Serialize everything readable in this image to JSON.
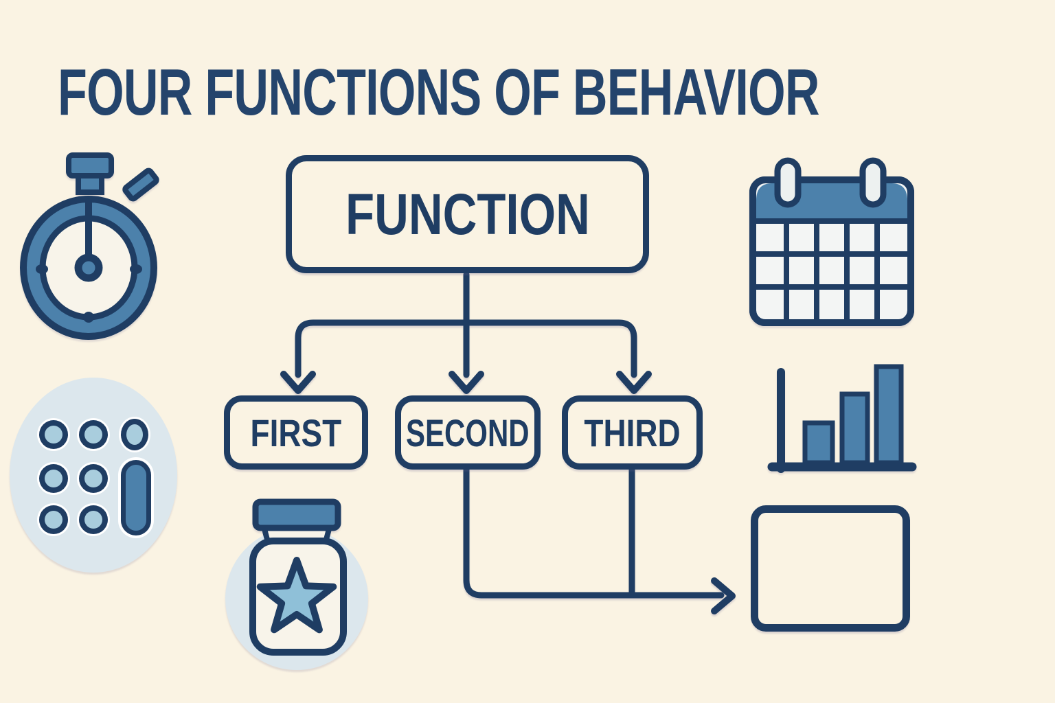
{
  "title": "FOUR FUNCTIONS OF BEHAVIOR",
  "flowchart": {
    "root": {
      "label": "FUNCTION"
    },
    "branches": [
      {
        "label": "FIRST"
      },
      {
        "label": "SECOND"
      },
      {
        "label": "THIRD"
      }
    ],
    "outcome": {
      "label": ""
    }
  },
  "decorative_icons": [
    {
      "name": "stopwatch-icon"
    },
    {
      "name": "calendar-icon"
    },
    {
      "name": "keypad-dots-icon"
    },
    {
      "name": "star-jar-icon"
    },
    {
      "name": "bar-chart-icon"
    }
  ],
  "colors": {
    "background": "#FAF3E3",
    "navy": "#1F3D63",
    "title": "#24446C",
    "blue": "#4C81AB",
    "light-blue": "#A9CDDD",
    "pale-blue": "#DCE7ED",
    "cell": "#F3F5F4",
    "cream": "#F8F4EA",
    "ring": "#EDF1F0",
    "star": "#8FC0D8"
  }
}
